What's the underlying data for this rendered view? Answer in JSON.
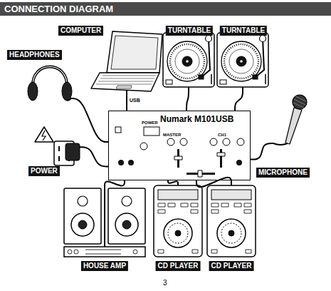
{
  "diagram": {
    "title": "CONNECTION DIAGRAM",
    "nodes": [
      {
        "text": [
          "COMPUTER"
        ]
      },
      {
        "text": [
          "TURNTABLE"
        ]
      },
      {
        "text": [
          "TURNTABLE"
        ]
      },
      {
        "text": [
          "HEADPHONES"
        ]
      },
      {
        "text": [
          "Numark M101USB"
        ]
      },
      {
        "text": [
          "POWER"
        ]
      },
      {
        "text": [
          "MICROPHONE"
        ]
      },
      {
        "text": [
          "HOUSE AMP"
        ]
      },
      {
        "text": [
          "CD PLAYER"
        ]
      },
      {
        "text": [
          "CD PLAYER"
        ]
      }
    ],
    "edges": [
      {
        "from": 0,
        "to": 4,
        "arrow": "none",
        "label": "USB"
      },
      {
        "from": 1,
        "to": 4,
        "arrow": "none"
      },
      {
        "from": 2,
        "to": 4,
        "arrow": "none"
      },
      {
        "from": 3,
        "to": 4,
        "arrow": "none"
      },
      {
        "from": 5,
        "to": 4,
        "arrow": "none"
      },
      {
        "from": 6,
        "to": 4,
        "arrow": "none"
      },
      {
        "from": 7,
        "to": 4,
        "arrow": "none"
      },
      {
        "from": 8,
        "to": 4,
        "arrow": "none"
      },
      {
        "from": 9,
        "to": 4,
        "arrow": "none"
      }
    ],
    "labels": [
      "POWER",
      "MASTER",
      "CH1",
      "3"
    ]
  }
}
